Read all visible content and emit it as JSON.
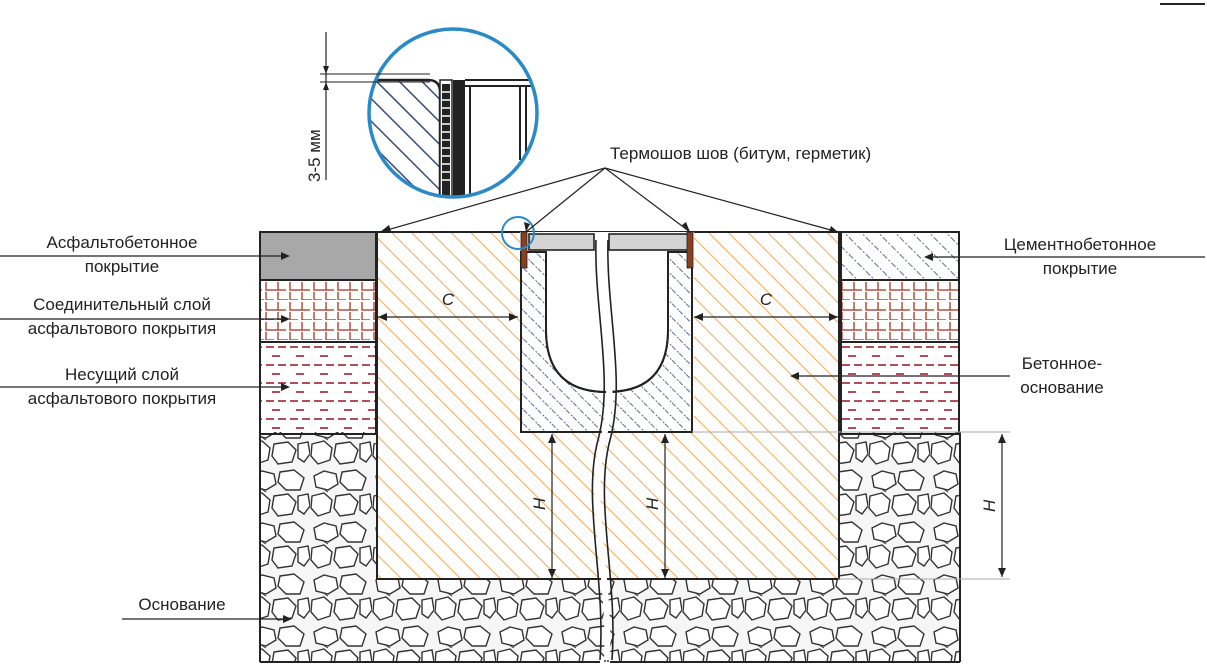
{
  "labels": {
    "seal": "Термошов шов (битум, герметик)",
    "asphalt_top_1": "Асфальтобетонное",
    "asphalt_top_2": "покрытие",
    "binder_1": "Соединительный слой",
    "binder_2": "асфальтового покрытия",
    "bearing_1": "Несущий слой",
    "bearing_2": "асфальтового покрытия",
    "cement_1": "Цементнобетонное",
    "cement_2": "покрытие",
    "concrete_1": "Бетонное-",
    "concrete_2": "основание",
    "base": "Основание"
  },
  "dimensions": {
    "gap": "3-5 мм",
    "c_left": "C",
    "c_right": "C",
    "h_left": "H",
    "h_mid": "H",
    "h_right": "H"
  },
  "colors": {
    "concrete_hatch": "#f0b060",
    "channel_hatch": "#4a5a80",
    "asphalt_top": "#a8a8a8",
    "brick": "#b05040",
    "dash": "#a02030",
    "detail_ring": "#2a8ac8",
    "outline": "#222222"
  }
}
